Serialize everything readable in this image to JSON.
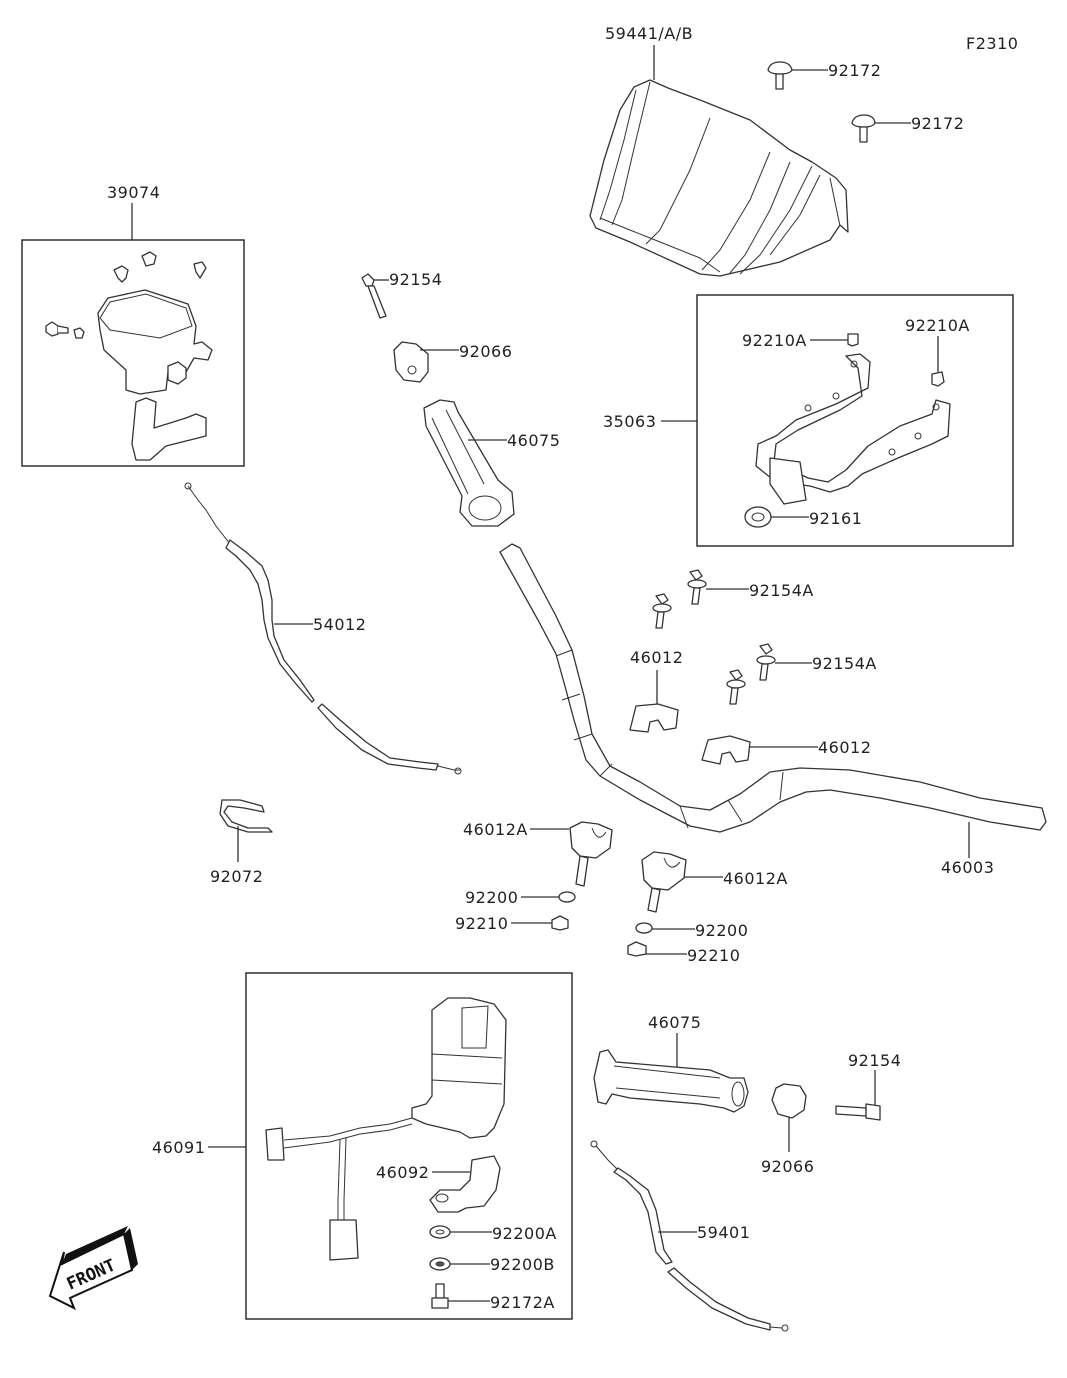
{
  "figure_code": "F2310",
  "front_indicator": "FRONT",
  "labels": {
    "windshield": "59441/A/B",
    "clip_upper": "92172",
    "clip_lower": "92172",
    "switch_assembly_left": "39074",
    "bolt_top": "92154",
    "balancer_top": "92066",
    "grip_left": "46075",
    "bracket": "35063",
    "bracket_nut_left": "92210A",
    "bracket_nut_right": "92210A",
    "bracket_bushing": "92161",
    "clutch_cable": "54012",
    "holder_bolt_upper": "92154A",
    "holder_bolt_lower": "92154A",
    "holder_upper_left": "46012",
    "holder_upper_right": "46012",
    "handlebar": "46003",
    "clamp_band": "92072",
    "holder_lower_left": "46012A",
    "holder_lower_right": "46012A",
    "washer_left": "92200",
    "nut_left": "92210",
    "washer_right": "92200",
    "nut_right": "92210",
    "switch_assembly_right": "46091",
    "lever": "46092",
    "washer_a": "92200A",
    "washer_b": "92200B",
    "bolt_a": "92172A",
    "grip_right": "46075",
    "balancer_bottom": "92066",
    "bolt_bottom": "92154",
    "throttle_cable": "59401"
  }
}
